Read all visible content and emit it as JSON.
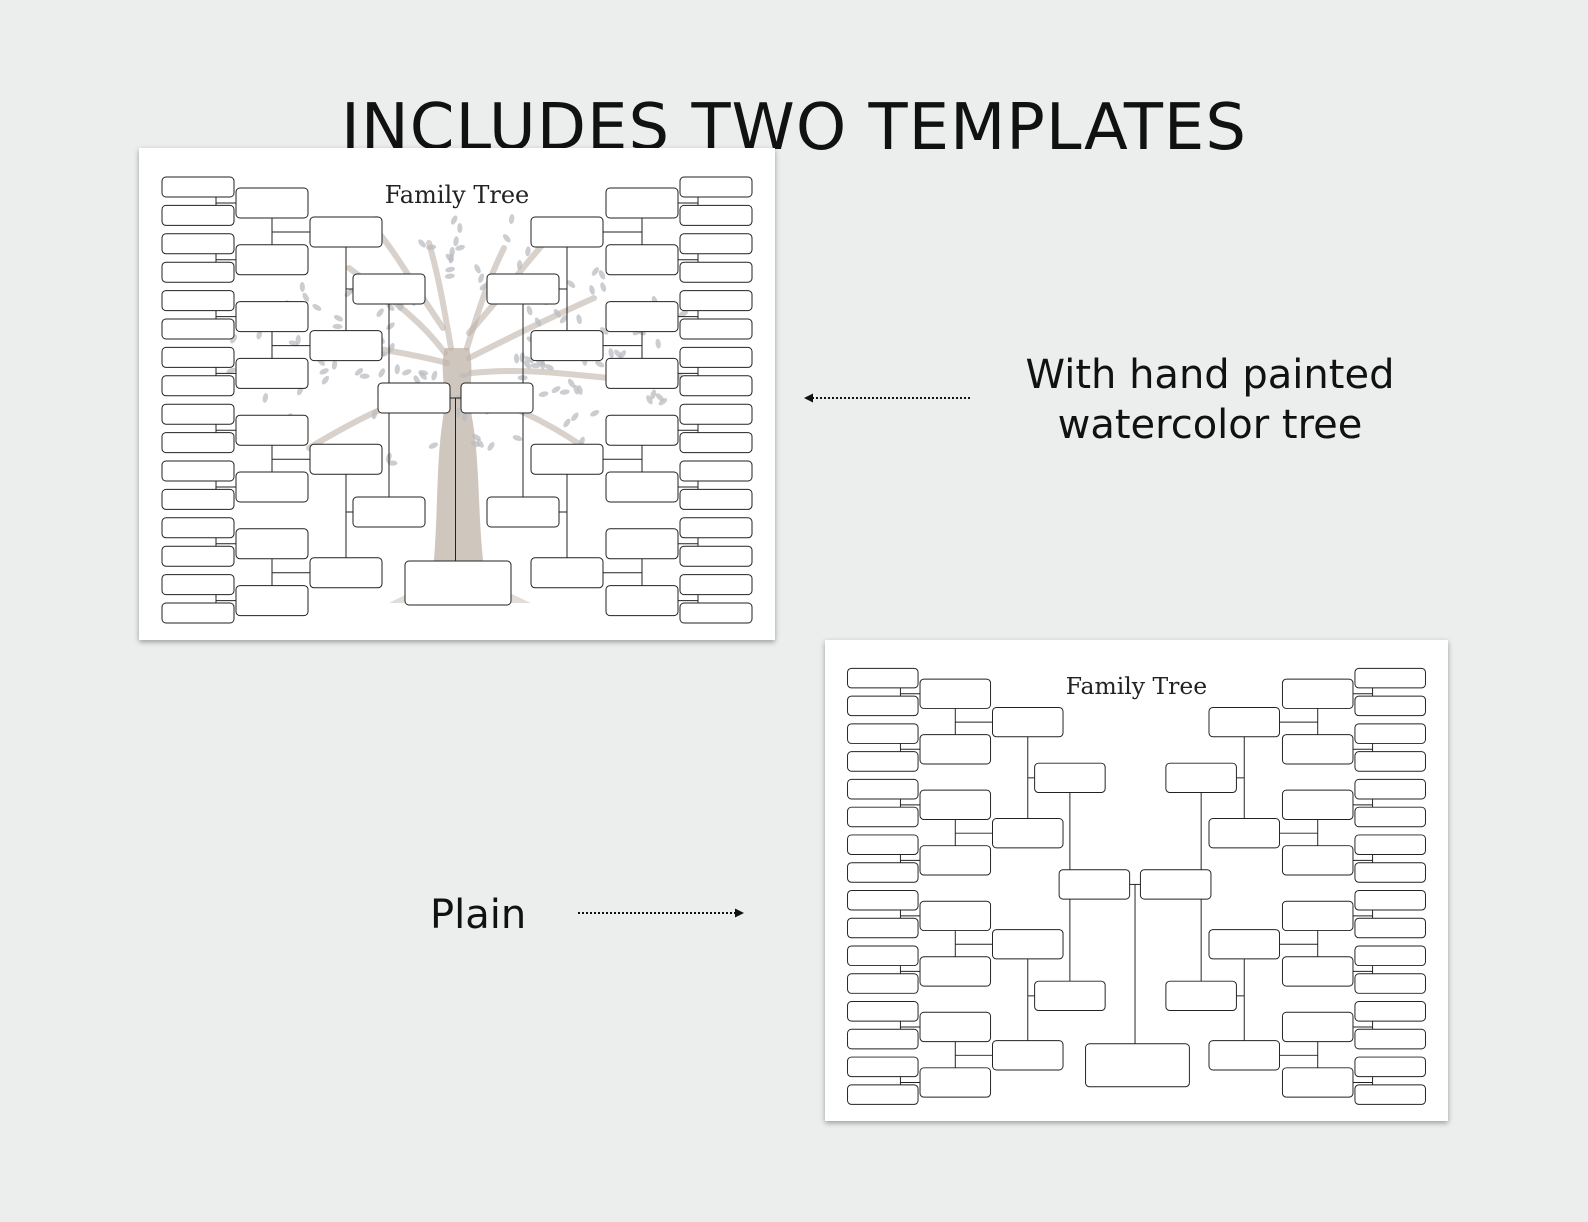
{
  "headline": "INCLUDES TWO TEMPLATES",
  "templates": [
    {
      "id": "watercolor",
      "title": "Family Tree",
      "style": "watercolor-tree",
      "caption_lines": [
        "With hand painted",
        "watercolor tree"
      ],
      "arrow_direction": "left"
    },
    {
      "id": "plain",
      "title": "Family Tree",
      "style": "plain",
      "caption_lines": [
        "Plain"
      ],
      "arrow_direction": "right"
    }
  ],
  "colors": {
    "background": "#eceeed",
    "sheet": "#ffffff",
    "box_stroke": "#222222",
    "tree_trunk": "#bfb3a8",
    "leaves": "#b9bcc0"
  }
}
